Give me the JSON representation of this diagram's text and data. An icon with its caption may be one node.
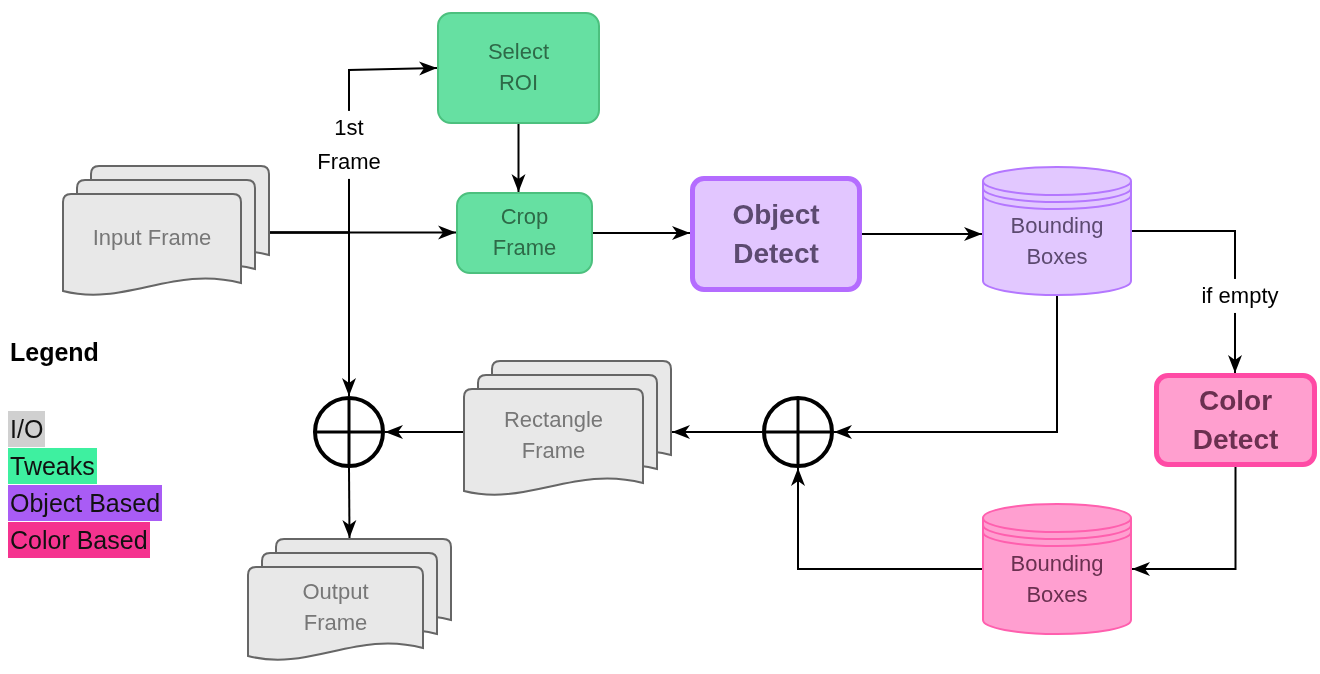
{
  "diagram": {
    "nodes": [
      {
        "text": [
          "Input Frame"
        ]
      },
      {
        "text": [
          "Select ROI"
        ]
      },
      {
        "text": [
          "Crop Frame"
        ]
      },
      {
        "text": [
          "Object Detect"
        ]
      },
      {
        "text": [
          "Bounding Boxes"
        ]
      },
      {
        "text": [
          "Color Detect"
        ]
      },
      {
        "text": [
          "Bounding Boxes"
        ]
      },
      {
        "text": [],
        "shape": "circle"
      },
      {
        "text": [
          "Rectangle Frame"
        ]
      },
      {
        "text": [],
        "shape": "circle"
      },
      {
        "text": [
          "Output Frame"
        ]
      }
    ],
    "edges": [
      {
        "from": 0,
        "to": 2,
        "arrow": "to"
      },
      {
        "from": 0,
        "to": 1,
        "arrow": "to",
        "label": "1st Frame"
      },
      {
        "from": 0,
        "to": 7,
        "arrow": "to"
      },
      {
        "from": 1,
        "to": 2,
        "arrow": "to"
      },
      {
        "from": 2,
        "to": 3,
        "arrow": "to"
      },
      {
        "from": 3,
        "to": 4,
        "arrow": "to"
      },
      {
        "from": 4,
        "to": 5,
        "arrow": "to",
        "label": "if empty"
      },
      {
        "from": 4,
        "to": 9,
        "arrow": "to"
      },
      {
        "from": 5,
        "to": 6,
        "arrow": "to"
      },
      {
        "from": 6,
        "to": 9,
        "arrow": "to"
      },
      {
        "from": 9,
        "to": 8,
        "arrow": "to"
      },
      {
        "from": 8,
        "to": 7,
        "arrow": "to"
      },
      {
        "from": 7,
        "to": 10,
        "arrow": "to"
      }
    ],
    "labels": [
      "Legend"
    ],
    "legend": [
      {
        "text": "I/O",
        "color": "#d0d0d0"
      },
      {
        "text": "Tweaks",
        "color": "#3ef0a0"
      },
      {
        "text": "Object Based",
        "color": "#a95cf5"
      },
      {
        "text": "Color Based",
        "color": "#f5338f"
      }
    ]
  }
}
